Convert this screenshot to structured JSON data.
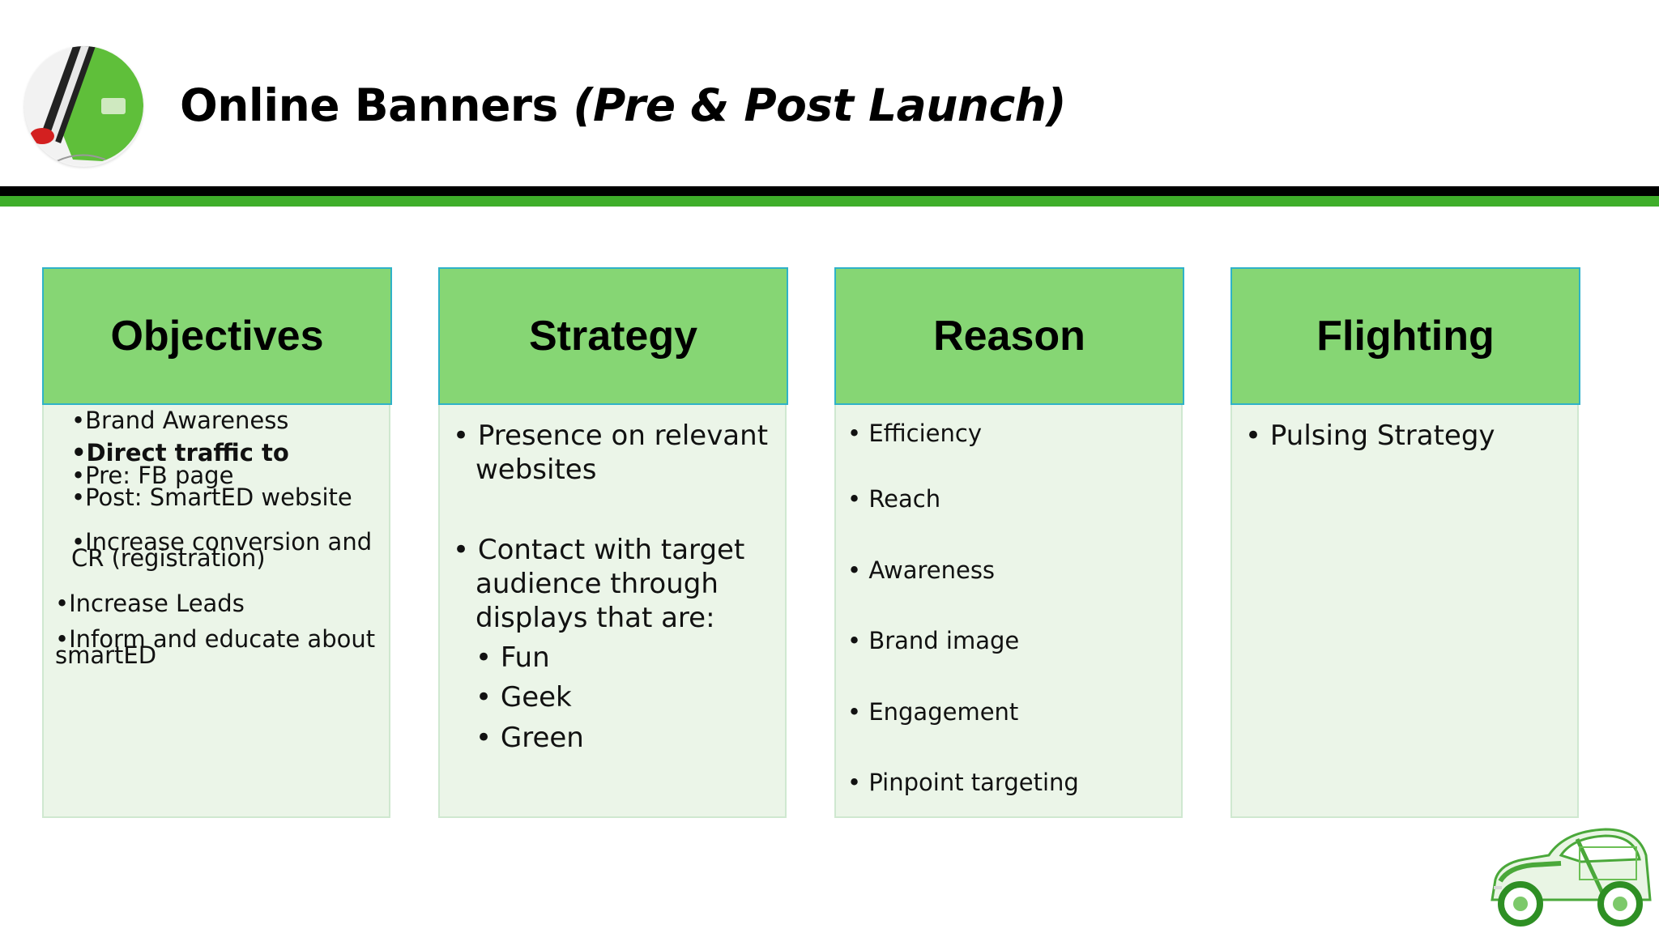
{
  "header": {
    "title_main": "Online Banners ",
    "title_paren": "(Pre & Post Launch)"
  },
  "columns": [
    {
      "heading": "Objectives",
      "items": [
        "•Brand Awareness",
        "•Direct traffic to",
        "•Pre: FB page",
        "•Post: SmartED website",
        "•Increase conversion and",
        "CR (registration)",
        "•Increase Leads",
        "•Inform and educate about",
        "smartED"
      ]
    },
    {
      "heading": "Strategy",
      "items": [
        "•  Presence on relevant",
        "websites",
        "• Contact with target",
        "audience through",
        "displays that are:",
        "• Fun",
        "• Geek",
        "• Green"
      ]
    },
    {
      "heading": "Reason",
      "items": [
        "•  Efficiency",
        "•  Reach",
        "•  Awareness",
        "•  Brand image",
        "•  Engagement",
        "•  Pinpoint targeting"
      ]
    },
    {
      "heading": "Flighting",
      "items": [
        "•  Pulsing Strategy"
      ]
    }
  ],
  "colors": {
    "header_fill": "#86d674",
    "body_fill": "#ebf5e8",
    "accent_green": "#3fae2a",
    "border_teal": "#2fb2c8"
  },
  "icons": {
    "logo": "smart-car-logo-icon",
    "corner": "green-smart-car-icon"
  }
}
